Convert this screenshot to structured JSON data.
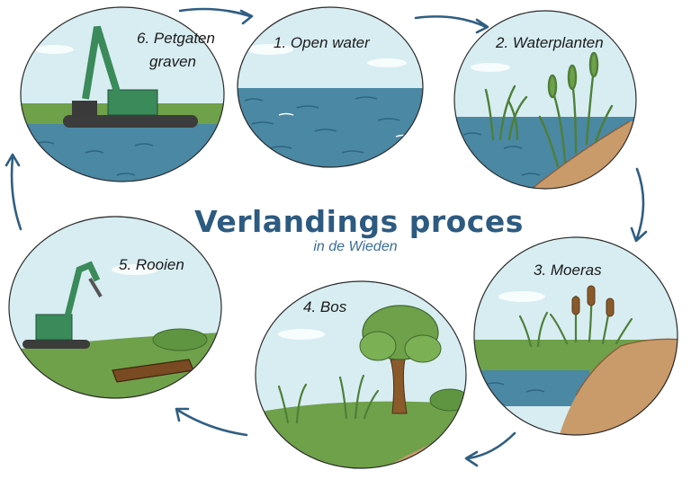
{
  "title": "Verlandings proces",
  "subtitle": "in de Wieden",
  "steps": [
    {
      "label": "1.  Open water"
    },
    {
      "label": "2. Waterplanten"
    },
    {
      "label": "3. Moeras"
    },
    {
      "label": "4. Bos"
    },
    {
      "label": "5. Rooien"
    },
    {
      "label_line1": "6. Petgaten",
      "label_line2": "graven"
    }
  ],
  "colors": {
    "title": "#2d5a80",
    "arrows": "#2f5e82",
    "sky": "#d6ecf2",
    "water": "#4a8aa6",
    "grass": "#6fa04a",
    "peat": "#c99a6a"
  }
}
